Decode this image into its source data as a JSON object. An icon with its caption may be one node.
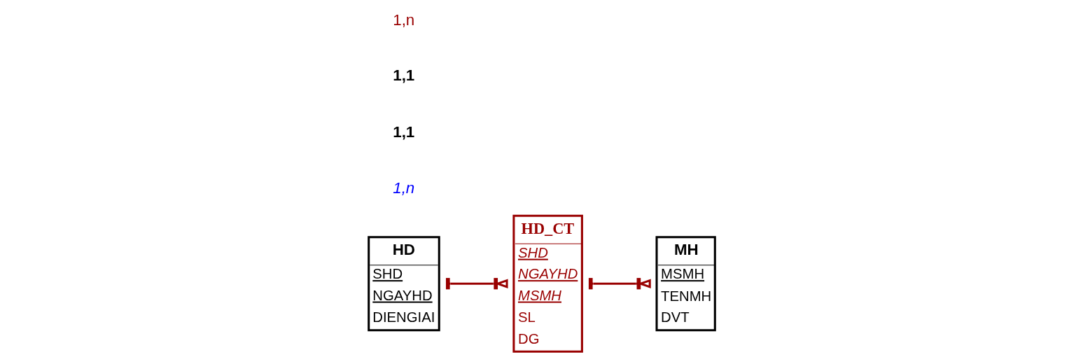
{
  "diagram": {
    "nodes": [
      {
        "text": [
          "HD",
          "SHD",
          "NGAYHD",
          "DIENGIAI"
        ]
      },
      {
        "text": [
          "HD_CT",
          "SHD",
          "NGAYHD",
          "MSMH",
          "SL",
          "DG"
        ]
      },
      {
        "text": [
          "MH",
          "MSMH",
          "TENMH",
          "DVT"
        ]
      }
    ],
    "edges": [
      {
        "from": 0,
        "to": 1,
        "arrow": "other"
      },
      {
        "from": 1,
        "to": 2,
        "arrow": "other"
      }
    ],
    "labels": [
      "1,n",
      "1,1",
      "1,1",
      "1,n"
    ]
  }
}
